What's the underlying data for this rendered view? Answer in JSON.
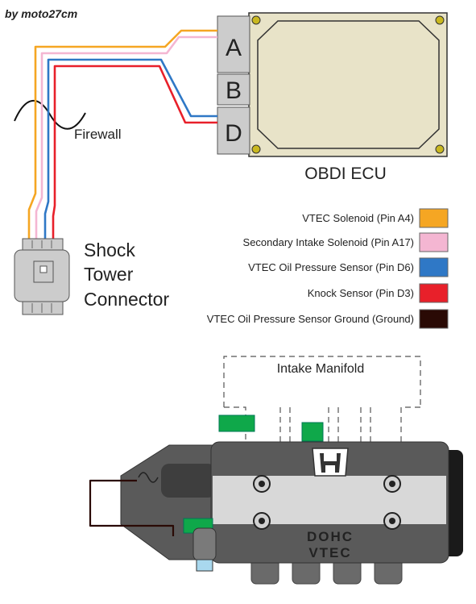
{
  "watermark": "by moto27cm",
  "ecu": {
    "title": "OBDI ECU",
    "connectors": [
      "A",
      "B",
      "D"
    ]
  },
  "labels": {
    "firewall": "Firewall",
    "shock_tower": [
      "Shock",
      "Tower",
      "Connector"
    ],
    "intake_manifold": "Intake Manifold"
  },
  "engine": {
    "badge_line1": "DOHC",
    "badge_line2": "VTEC"
  },
  "legend": [
    {
      "label": "VTEC Solenoid (Pin A4)",
      "color": "#f5a623"
    },
    {
      "label": "Secondary Intake Solenoid (Pin A17)",
      "color": "#f4b6d2"
    },
    {
      "label": "VTEC Oil Pressure Sensor (Pin D6)",
      "color": "#2f78c6"
    },
    {
      "label": "Knock Sensor (Pin D3)",
      "color": "#e8202a"
    },
    {
      "label": "VTEC Oil Pressure Sensor Ground (Ground)",
      "color": "#2a0a05"
    }
  ],
  "colors": {
    "ecu_body": "#e8e3c8",
    "ecu_bolt": "#c9b820",
    "connector_gray": "#cccccc",
    "engine_dark": "#5a5a5a",
    "engine_light": "#d8d8d8",
    "sensor_green": "#0fa84a",
    "sensor_lightblue": "#a9d8ee"
  }
}
